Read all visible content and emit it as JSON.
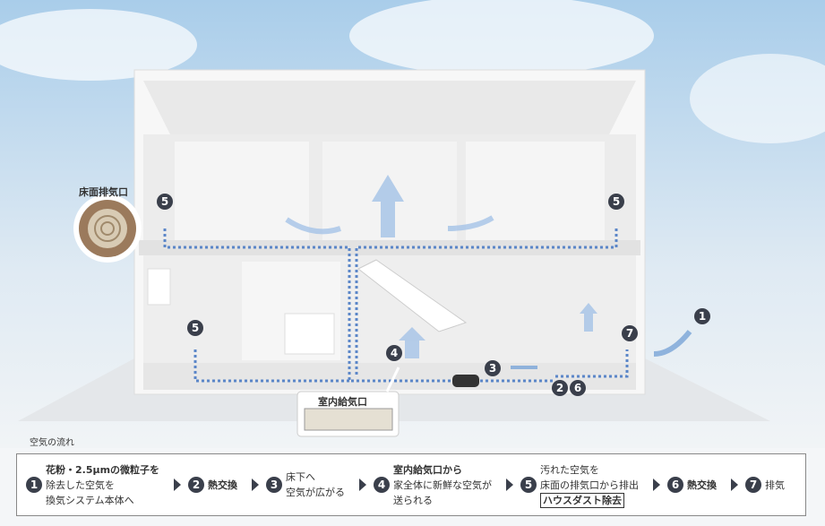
{
  "callouts": {
    "floor_exhaust": "床面排気口",
    "indoor_supply": "室内給気口"
  },
  "markers": [
    "1",
    "2",
    "3",
    "4",
    "5",
    "6",
    "7"
  ],
  "legend": {
    "title": "空気の流れ",
    "steps": [
      {
        "num": "1",
        "lines": [
          "花粉・2.5μmの微粒子を",
          "除去した空気を",
          "換気システム本体へ"
        ]
      },
      {
        "num": "2",
        "lines": [
          "熱交換"
        ]
      },
      {
        "num": "3",
        "lines": [
          "床下へ",
          "空気が広がる"
        ]
      },
      {
        "num": "4",
        "lines": [
          "室内給気口から",
          "家全体に新鮮な空気が",
          "送られる"
        ]
      },
      {
        "num": "5",
        "lines": [
          "汚れた空気を",
          "床面の排気口から排出",
          "ハウスダスト除去"
        ]
      },
      {
        "num": "6",
        "lines": [
          "熱交換"
        ]
      },
      {
        "num": "7",
        "lines": [
          "排気"
        ]
      }
    ]
  },
  "colors": {
    "marker": "#3a3f4b",
    "airflow": "#7fa8d8",
    "duct": "#5b86c8"
  }
}
